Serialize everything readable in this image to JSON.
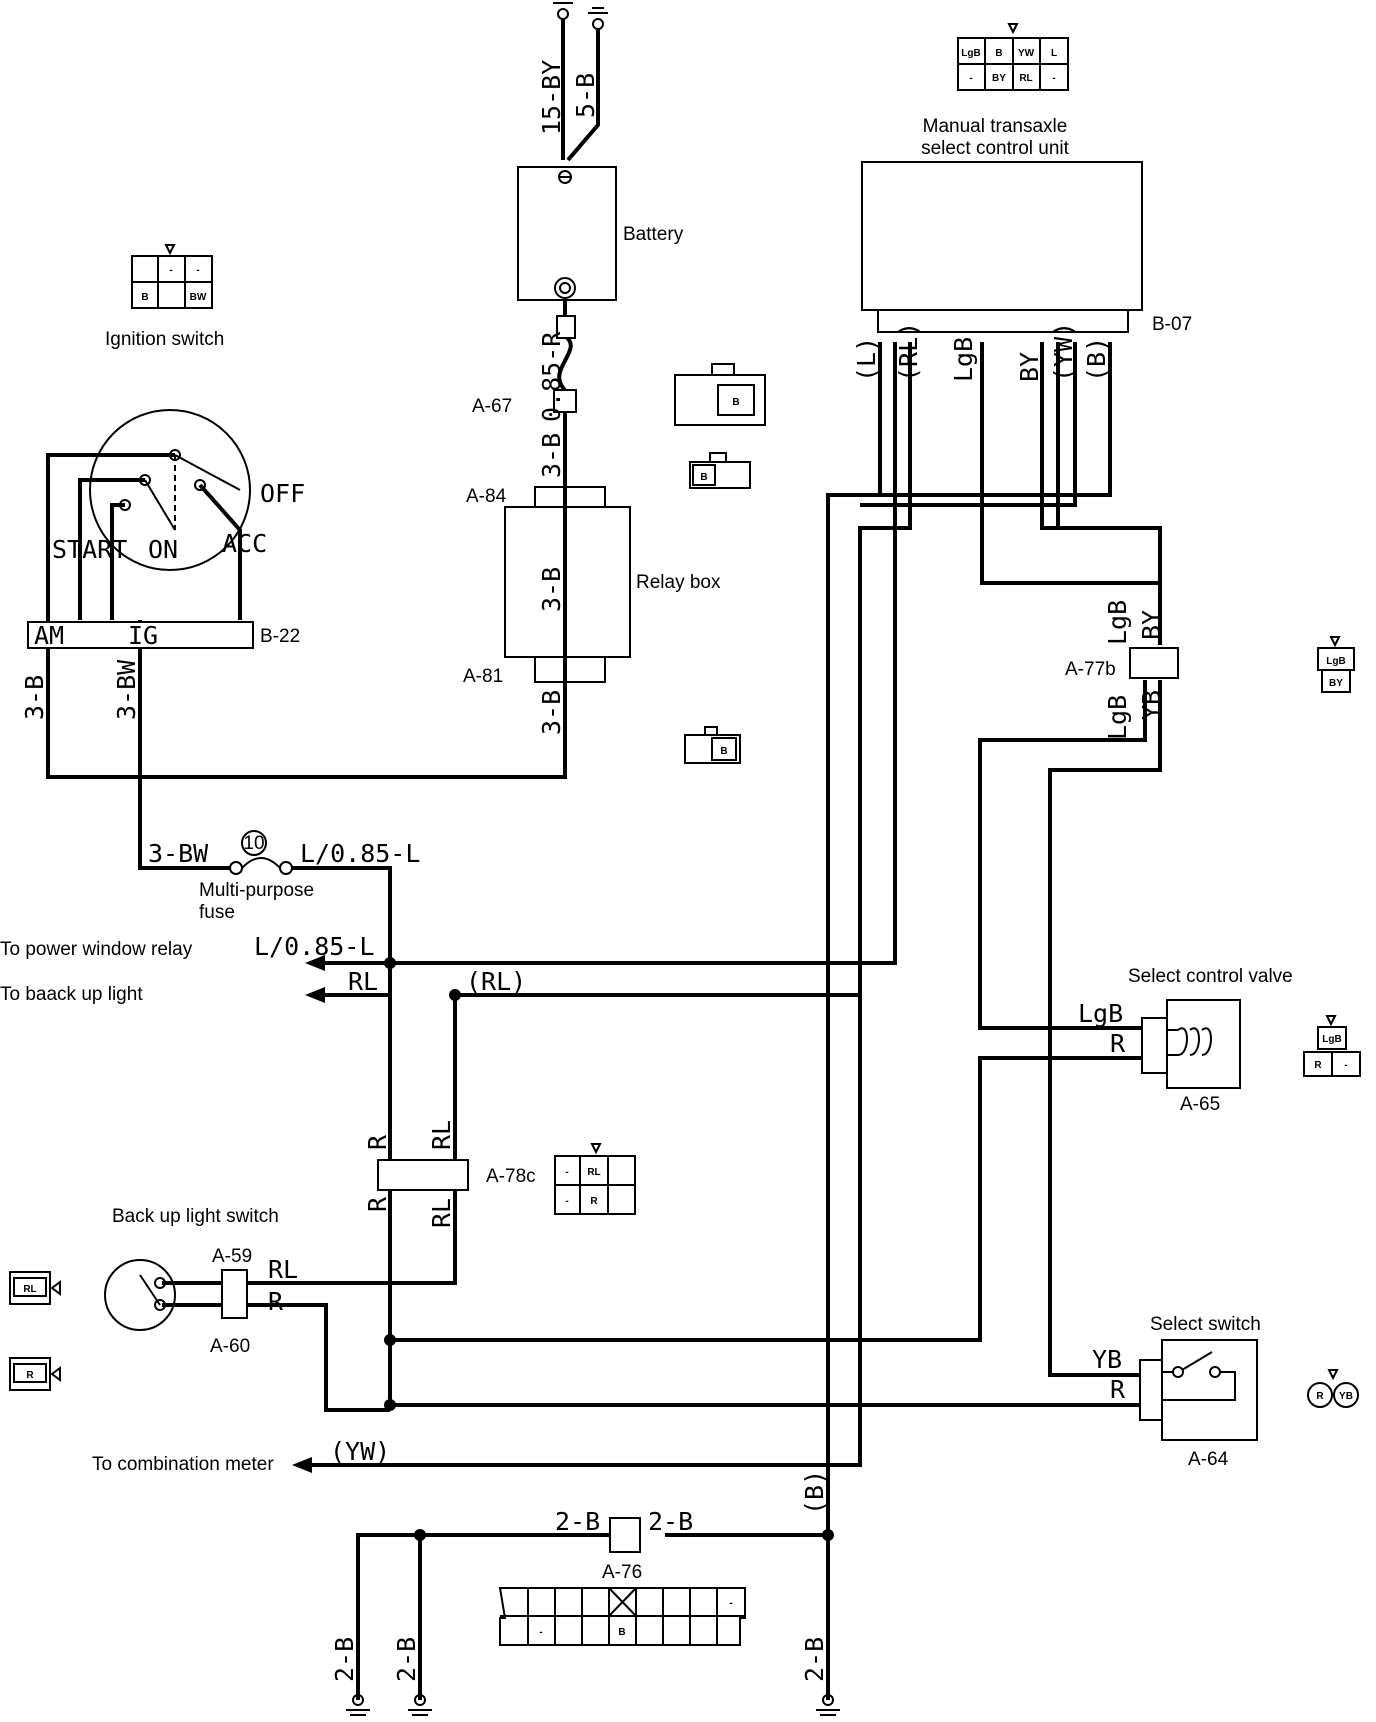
{
  "components": {
    "battery": "Battery",
    "relay_box": "Relay box",
    "ignition_switch": "Ignition switch",
    "control_unit": "Manual transaxle\nselect control unit",
    "multi_fuse": "Multi-purpose\nfuse",
    "fuse_number": "10",
    "backup_switch": "Back up light switch",
    "select_valve": "Select control valve",
    "select_switch": "Select switch"
  },
  "connectors": {
    "a67": "A-67",
    "a84": "A-84",
    "a81": "A-81",
    "b22": "B-22",
    "b07": "B-07",
    "a77b": "A-77b",
    "a65": "A-65",
    "a78c": "A-78c",
    "a59": "A-59",
    "a60": "A-60",
    "a64": "A-64",
    "a76": "A-76"
  },
  "switch_positions": {
    "off": "OFF",
    "start": "START",
    "on": "ON",
    "acc": "ACC",
    "am": "AM",
    "ig": "IG"
  },
  "destinations": {
    "power_window": "To power window relay",
    "backup_light": "To baack up light",
    "combination_meter": "To combination meter"
  },
  "wires": {
    "w15by": "15-BY",
    "w5b": "5-B",
    "w085r": "0.85-R",
    "w3b": "3-B",
    "w3bw": "3-BW",
    "wl085": "L/0.85-L",
    "rl": "RL",
    "rl_p": "(RL)",
    "r": "R",
    "lgb": "LgB",
    "by": "BY",
    "yb": "YB",
    "yw_p": "(YW)",
    "b_p": "(B)",
    "l_p": "(L)",
    "w2b": "2-B"
  },
  "pins": {
    "b07_top": [
      "LgB",
      "B",
      "YW",
      "L"
    ],
    "b07_bot": [
      "-",
      "BY",
      "RL",
      "-"
    ],
    "ign_top": [
      "-",
      "-"
    ],
    "ign_bot": [
      "B",
      "BW"
    ],
    "relay_b": "B",
    "a77b": [
      "LgB",
      "BY"
    ],
    "a65": [
      "LgB",
      "R",
      "-"
    ],
    "a78c_top": [
      "-",
      "RL"
    ],
    "a78c_bot": [
      "-",
      "R"
    ],
    "a59": "RL",
    "a60": "R",
    "a64": [
      "R",
      "YB"
    ],
    "a76_dash": "-",
    "a76_b": "B"
  }
}
